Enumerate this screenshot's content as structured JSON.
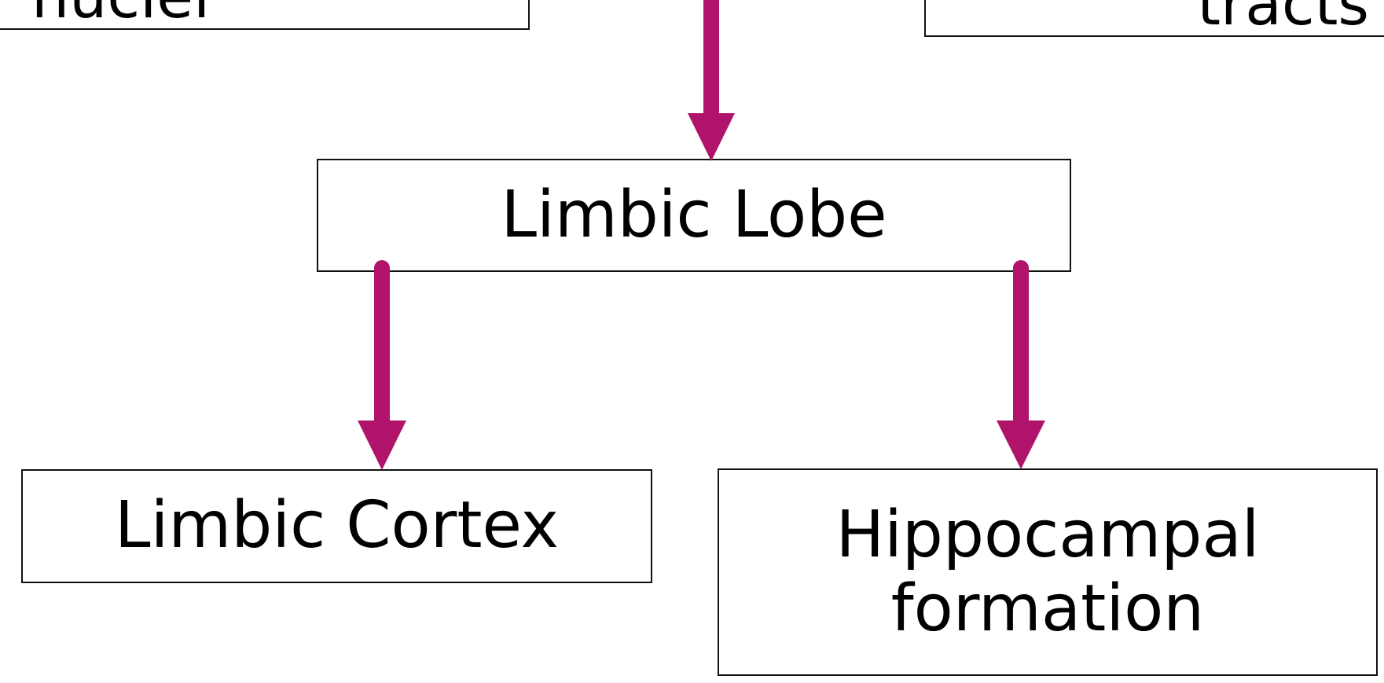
{
  "diagram": {
    "accent_color": "#B0136A",
    "nodes": {
      "top_left": {
        "label": "nuclei"
      },
      "top_right": {
        "label": "tracts"
      },
      "limbic_lobe": {
        "label": "Limbic Lobe"
      },
      "limbic_cortex": {
        "label": "Limbic Cortex"
      },
      "hippocampal_formation": {
        "label": "Hippocampal\nformation"
      }
    },
    "edges": [
      {
        "from": "above",
        "to": "limbic_lobe"
      },
      {
        "from": "limbic_lobe",
        "to": "limbic_cortex"
      },
      {
        "from": "limbic_lobe",
        "to": "hippocampal_formation"
      }
    ]
  }
}
